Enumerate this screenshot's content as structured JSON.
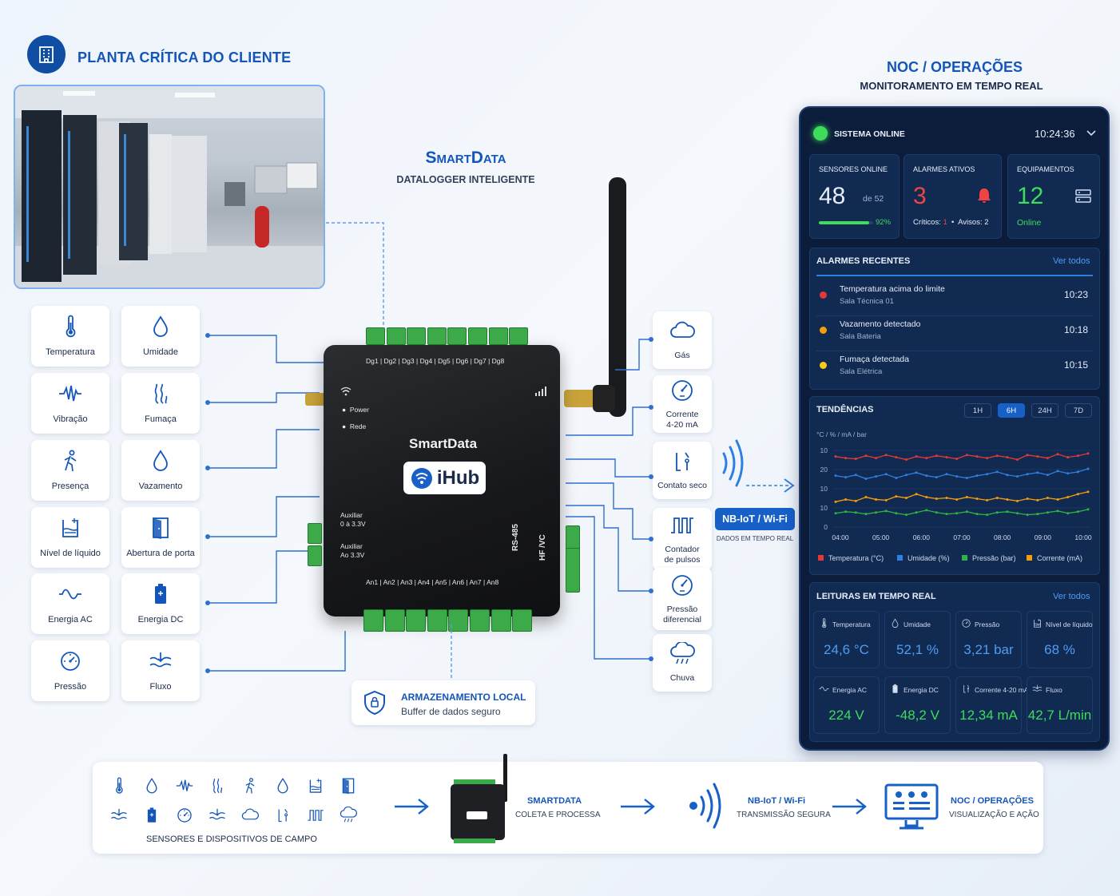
{
  "plant": {
    "title": "PLANTA CRÍTICA DO CLIENTE"
  },
  "smartdata": {
    "title": "SmartData",
    "subtitle": "DATALOGGER INTELIGENTE"
  },
  "sensors_left": [
    {
      "label": "Temperatura",
      "icon": "thermometer-icon"
    },
    {
      "label": "Umidade",
      "icon": "droplet-icon"
    },
    {
      "label": "Vibração",
      "icon": "vibration-icon"
    },
    {
      "label": "Fumaça",
      "icon": "smoke-icon"
    },
    {
      "label": "Presença",
      "icon": "person-walking-icon"
    },
    {
      "label": "Vazamento",
      "icon": "leak-icon"
    },
    {
      "label": "Nível de líquido",
      "icon": "liquid-level-icon"
    },
    {
      "label": "Abertura de porta",
      "icon": "door-icon"
    },
    {
      "label": "Energia AC",
      "icon": "ac-wave-icon"
    },
    {
      "label": "Energia DC",
      "icon": "battery-icon"
    },
    {
      "label": "Pressão",
      "icon": "gauge-icon"
    },
    {
      "label": "Fluxo",
      "icon": "flow-icon"
    }
  ],
  "sensors_right": [
    {
      "label": "Gás",
      "icon": "cloud-icon"
    },
    {
      "label": "Corrente\n4-20 mA",
      "label1": "Corrente",
      "label2": "4-20 mA",
      "icon": "meter-icon"
    },
    {
      "label1": "Contato seco",
      "label2": "",
      "icon": "switch-icon"
    },
    {
      "label1": "Contador",
      "label2": "de pulsos",
      "icon": "pulse-icon"
    },
    {
      "label1": "Pressão",
      "label2": "diferencial",
      "icon": "meter-icon"
    },
    {
      "label1": "Chuva",
      "label2": "",
      "icon": "rain-icon"
    }
  ],
  "device": {
    "digital_ports": "Dg1 | Dg2 | Dg3 | Dg4 | Dg5 | Dg6 | Dg7 | Dg8",
    "analog_ports": "An1 | An2 | An3 | An4 | An5 | An6 | An7 | An8",
    "power": "Power",
    "rede": "Rede",
    "name": "SmartData",
    "brand": "iHub",
    "aux1_a": "Auxiliar",
    "aux1_b": "0 à 3.3V",
    "aux2_a": "Auxiliar",
    "aux2_b": "Ao 3.3V",
    "rs485": "RS-485",
    "hfvc": "HF /VC"
  },
  "link": {
    "label": "NB-IoT / Wi-Fi",
    "sub": "DADOS EM TEMPO REAL"
  },
  "storage": {
    "title": "ARMAZENAMENTO LOCAL",
    "sub": "Buffer de dados seguro"
  },
  "noc": {
    "title": "NOC / OPERAÇÕES",
    "subtitle": "MONITORAMENTO EM TEMPO REAL",
    "status": "SISTEMA ONLINE",
    "time": "10:24:36",
    "kpis": {
      "sensors": {
        "label": "SENSORES ONLINE",
        "value": "48",
        "of": "de 52",
        "pct": "92%",
        "progress": 0.92
      },
      "alarms": {
        "label": "ALARMES ATIVOS",
        "value": "3",
        "crit_label": "Críticos:",
        "crit": "1",
        "warn_label": "Avisos: 2"
      },
      "equip": {
        "label": "EQUIPAMENTOS",
        "value": "12",
        "status": "Online"
      }
    },
    "recent": {
      "title": "ALARMES RECENTES",
      "link": "Ver todos",
      "items": [
        {
          "title": "Temperatura acima do limite",
          "place": "Sala Técnica 01",
          "time": "10:23",
          "color": "#e53935"
        },
        {
          "title": "Vazamento detectado",
          "place": "Sala Bateria",
          "time": "10:18",
          "color": "#f59e0b"
        },
        {
          "title": "Fumaça detectada",
          "place": "Sala Elétrica",
          "time": "10:15",
          "color": "#facc15"
        }
      ]
    },
    "trends": {
      "title": "TENDÊNCIAS",
      "ranges": [
        "1H",
        "6H",
        "24H",
        "7D"
      ],
      "active_range": "6H"
    },
    "readings": {
      "title": "LEITURAS EM TEMPO REAL",
      "link": "Ver todos",
      "items": [
        {
          "label": "Temperatura",
          "value": "24,6 °C",
          "color": "#4f9cf2"
        },
        {
          "label": "Umidade",
          "value": "52,1 %",
          "color": "#4f9cf2"
        },
        {
          "label": "Pressão",
          "value": "3,21 bar",
          "color": "#4f9cf2"
        },
        {
          "label": "Nível de líquido",
          "value": "68 %",
          "color": "#4f9cf2"
        },
        {
          "label": "Energia AC",
          "value": "224 V",
          "color": "#3ddc5b"
        },
        {
          "label": "Energia DC",
          "value": "-48,2 V",
          "color": "#3ddc5b"
        },
        {
          "label": "Corrente 4-20 mA",
          "value": "12,34 mA",
          "color": "#3ddc5b"
        },
        {
          "label": "Fluxo",
          "value": "42,7 L/min",
          "color": "#3ddc5b"
        }
      ]
    }
  },
  "chart_data": {
    "type": "line",
    "ylabel": "°C / % / mA / bar",
    "x": [
      "04:00",
      "05:00",
      "06:00",
      "07:00",
      "08:00",
      "09:00",
      "10:00"
    ],
    "yticks": [
      "0",
      "10",
      "10",
      "20",
      "10"
    ],
    "series": [
      {
        "name": "Temperatura (°C)",
        "color": "#e53935",
        "values": [
          9.2,
          9.0,
          8.9,
          9.3,
          9.0,
          9.4,
          9.1,
          8.8,
          9.2,
          9.0,
          9.3,
          9.1,
          8.9,
          9.4,
          9.2,
          9.0,
          9.3,
          9.1,
          8.8,
          9.4,
          9.2,
          9.0,
          9.5,
          9.1,
          9.3,
          9.6
        ]
      },
      {
        "name": "Umidade (%)",
        "color": "#2f7fe0",
        "values": [
          6.7,
          6.5,
          6.8,
          6.3,
          6.6,
          6.9,
          6.4,
          6.8,
          7.1,
          6.7,
          6.5,
          6.9,
          6.6,
          6.4,
          6.7,
          6.9,
          7.2,
          6.8,
          6.6,
          6.9,
          7.1,
          6.8,
          7.3,
          7.0,
          7.2,
          7.6
        ]
      },
      {
        "name": "Pressão (bar)",
        "color": "#2fb344",
        "values": [
          1.8,
          2.0,
          1.9,
          1.7,
          1.9,
          2.1,
          1.8,
          1.6,
          1.9,
          2.2,
          1.9,
          1.7,
          1.8,
          2.0,
          1.7,
          1.6,
          1.9,
          2.0,
          1.8,
          1.6,
          1.7,
          1.9,
          2.1,
          1.8,
          2.0,
          2.3
        ]
      },
      {
        "name": "Corrente (mA)",
        "color": "#f59e0b",
        "values": [
          3.3,
          3.6,
          3.4,
          3.9,
          3.6,
          3.5,
          4.0,
          3.8,
          4.3,
          3.9,
          3.7,
          3.8,
          3.6,
          3.9,
          3.7,
          3.5,
          3.8,
          3.6,
          3.4,
          3.7,
          3.5,
          3.8,
          3.6,
          3.9,
          4.3,
          4.6
        ]
      }
    ],
    "ylim": [
      0,
      10
    ]
  },
  "flow": {
    "sensors_label": "SENSORES E DISPOSITIVOS DE CAMPO",
    "s1_title": "SMARTDATA",
    "s1_sub": "COLETA E PROCESSA",
    "s2_title": "NB-IoT / Wi-Fi",
    "s2_sub": "TRANSMISSÃO SEGURA",
    "s3_title": "NOC / OPERAÇÕES",
    "s3_sub": "VISUALIZAÇÃO E AÇÃO"
  }
}
